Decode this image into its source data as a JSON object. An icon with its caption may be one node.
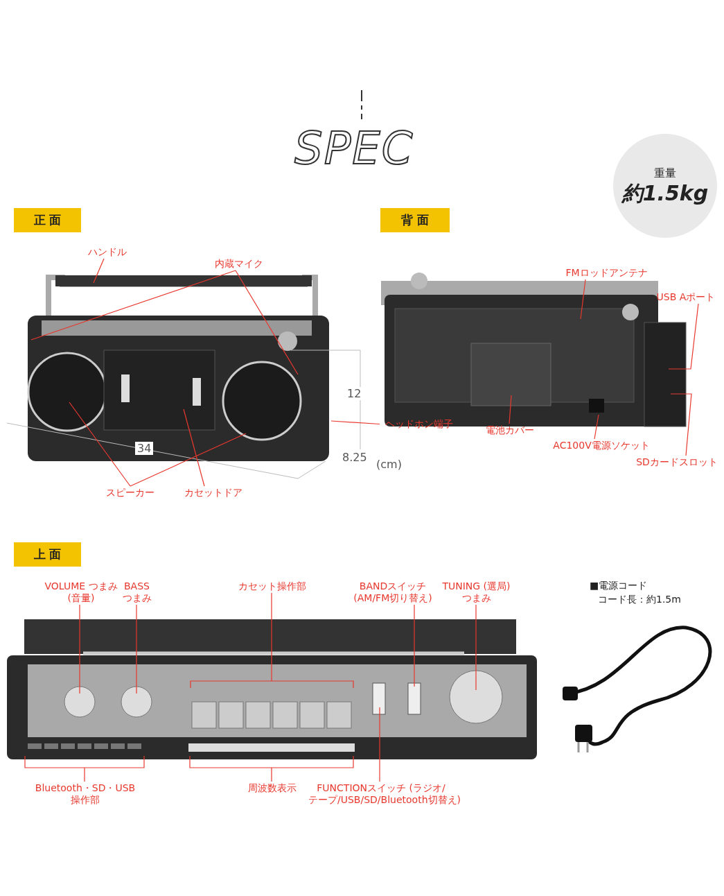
{
  "diagram": {
    "title": "SPEC",
    "nodes": [
      {
        "text": [
          "重量",
          "約1.5kg"
        ]
      },
      {
        "text": [
          "正 面"
        ]
      },
      {
        "text": [
          "ハンドル"
        ]
      },
      {
        "text": [
          "内蔵マイク"
        ]
      },
      {
        "text": [
          "ヘッドホン端子"
        ]
      },
      {
        "text": [
          "スピーカー"
        ]
      },
      {
        "text": [
          "カセットドア"
        ]
      },
      {
        "text": [
          "背 面"
        ]
      },
      {
        "text": [
          "FMロッドアンテナ"
        ]
      },
      {
        "text": [
          "USB Aポート"
        ]
      },
      {
        "text": [
          "電池カバー"
        ]
      },
      {
        "text": [
          "AC100V電源ソケット"
        ]
      },
      {
        "text": [
          "SDカードスロット"
        ]
      },
      {
        "text": [
          "上 面"
        ]
      },
      {
        "text": [
          "VOLUME つまみ(音量)"
        ]
      },
      {
        "text": [
          "BASS つまみ"
        ]
      },
      {
        "text": [
          "カセット操作部"
        ]
      },
      {
        "text": [
          "BANDスイッチ (AM/FM切り替え)"
        ]
      },
      {
        "text": [
          "TUNING (選局) つまみ"
        ]
      },
      {
        "text": [
          "Bluetooth・SD・USB 操作部"
        ]
      },
      {
        "text": [
          "周波数表示"
        ]
      },
      {
        "text": [
          "FUNCTIONスイッチ (ラジオ/テープ/USB/SD/Bluetooth切替え)"
        ]
      },
      {
        "text": [],
        "shape": "picture"
      },
      {
        "text": [],
        "shape": "picture"
      },
      {
        "text": [],
        "shape": "picture"
      }
    ],
    "edges": [
      {
        "from": 2,
        "to": 22,
        "arrow": "none"
      },
      {
        "from": 3,
        "to": 22,
        "arrow": "none"
      },
      {
        "from": 3,
        "to": 22,
        "arrow": "none"
      },
      {
        "from": 4,
        "to": 22,
        "arrow": "none"
      },
      {
        "from": 5,
        "to": 22,
        "arrow": "none"
      },
      {
        "from": 5,
        "to": 22,
        "arrow": "none"
      },
      {
        "from": 6,
        "to": 22,
        "arrow": "none"
      },
      {
        "from": 8,
        "to": 23,
        "arrow": "none"
      },
      {
        "from": 9,
        "to": 23,
        "arrow": "none"
      },
      {
        "from": 10,
        "to": 23,
        "arrow": "none"
      },
      {
        "from": 11,
        "to": 23,
        "arrow": "none"
      },
      {
        "from": 12,
        "to": 23,
        "arrow": "none"
      },
      {
        "from": 14,
        "to": 24,
        "arrow": "none"
      },
      {
        "from": 15,
        "to": 24,
        "arrow": "none"
      },
      {
        "from": 16,
        "to": 24,
        "arrow": "none"
      },
      {
        "from": 17,
        "to": 24,
        "arrow": "none"
      },
      {
        "from": 18,
        "to": 24,
        "arrow": "none"
      },
      {
        "from": 19,
        "to": 24,
        "arrow": "none"
      },
      {
        "from": 20,
        "to": 24,
        "arrow": "none"
      },
      {
        "from": 21,
        "to": 24,
        "arrow": "none"
      }
    ],
    "labels": [
      "12",
      "34",
      "8.25",
      "(cm)",
      "■電源コード",
      "コード長：約1.5m"
    ]
  }
}
